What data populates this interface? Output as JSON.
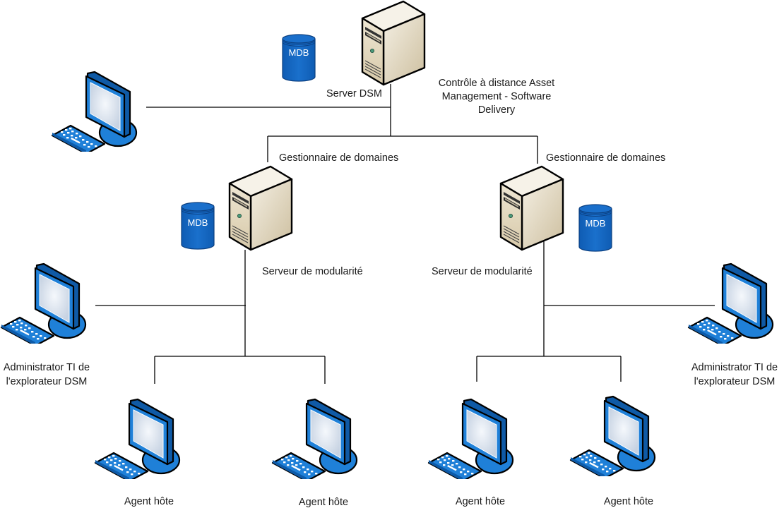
{
  "diagram": {
    "title": "Architecture DSM",
    "nodes": {
      "dsm_server": {
        "label": "Server DSM",
        "type": "server",
        "function_lines": [
          "Contrôle à distance Asset",
          "Management - Software",
          "Delivery"
        ]
      },
      "dsm_mdb": {
        "label": "MDB",
        "type": "database"
      },
      "top_workstation": {
        "label": "",
        "type": "workstation"
      },
      "domain_manager_left": {
        "label": "Gestionnaire de domaines",
        "type": "server",
        "sublabel": "Serveur de modularité"
      },
      "domain_manager_right": {
        "label": "Gestionnaire de domaines",
        "type": "server",
        "sublabel": "Serveur de modularité"
      },
      "mdb_left": {
        "label": "MDB",
        "type": "database"
      },
      "mdb_right": {
        "label": "MDB",
        "type": "database"
      },
      "admin_left": {
        "label_lines": [
          "Administrator TI de",
          "l'explorateur DSM"
        ],
        "type": "workstation"
      },
      "admin_right": {
        "label_lines": [
          "Administrator TI de",
          "l'explorateur DSM"
        ],
        "type": "workstation"
      },
      "agents": [
        {
          "label": "Agent hôte",
          "type": "workstation"
        },
        {
          "label": "Agent hôte",
          "type": "workstation"
        },
        {
          "label": "Agent hôte",
          "type": "workstation"
        },
        {
          "label": "Agent hôte",
          "type": "workstation"
        }
      ]
    },
    "colors": {
      "monitor_blue": "#1e7fd6",
      "monitor_dark": "#0d5aa8",
      "screen": "#dde6f2",
      "db_blue": "#1565c0",
      "server_beige": "#e9e0cc",
      "server_side": "#d8ccb0",
      "line": "#000000"
    }
  }
}
